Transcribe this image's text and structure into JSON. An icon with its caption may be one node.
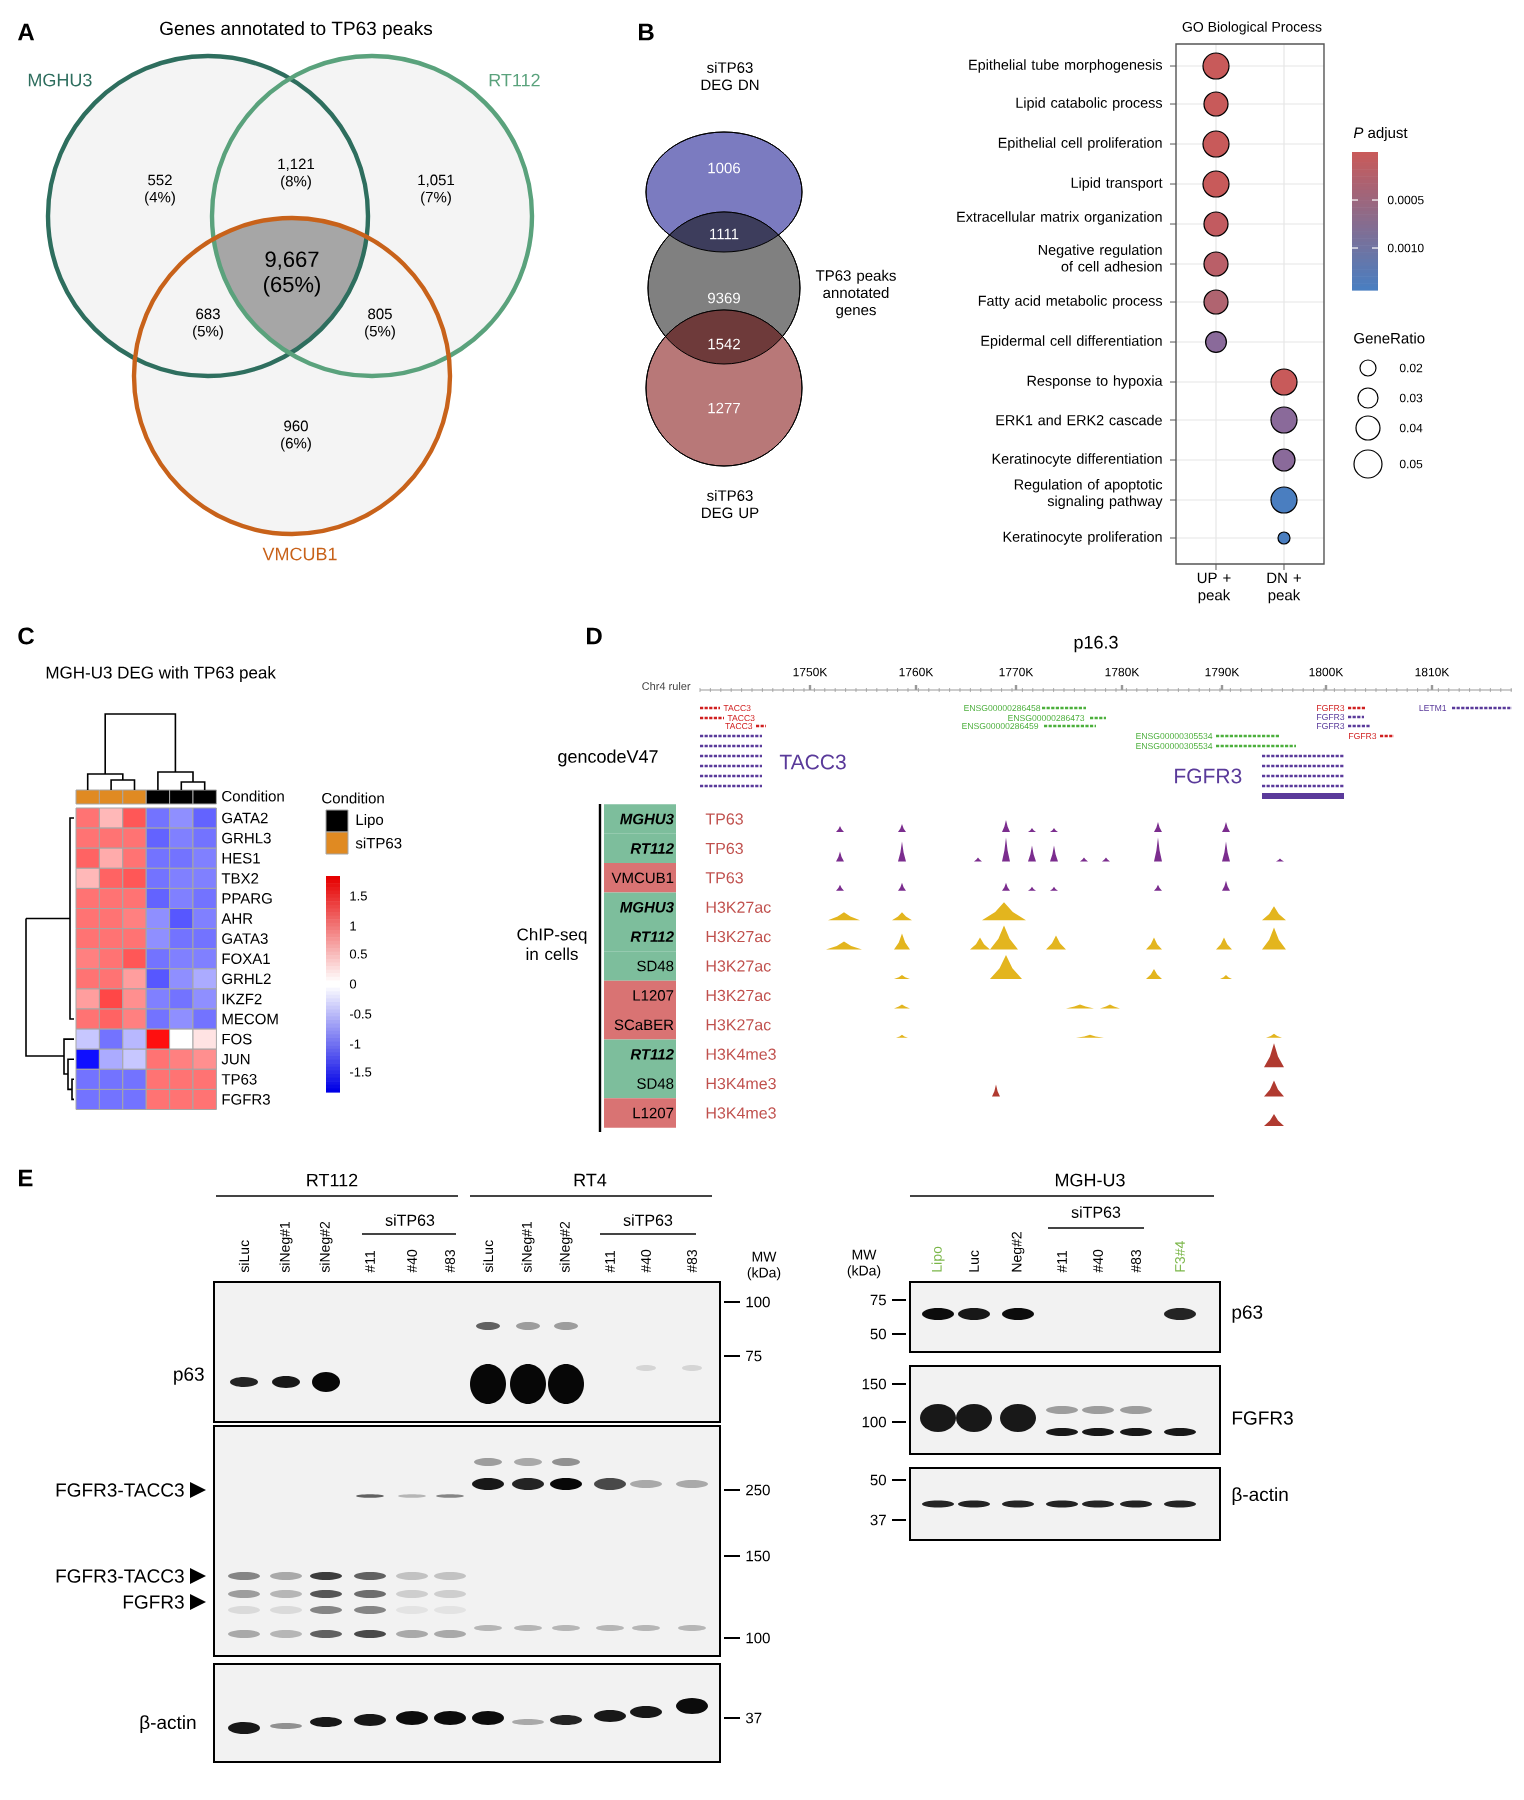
{
  "diagram": {
    "nodes": [
      {
        "text": [
          "MGHU3"
        ]
      },
      {
        "text": [
          "RT112"
        ]
      },
      {
        "text": [
          "VMCUB1"
        ]
      },
      {
        "text": [
          "siTP63 DEG DN",
          "1006"
        ]
      },
      {
        "text": [
          "9369",
          "TP63 peaks annotated genes"
        ]
      },
      {
        "text": [
          "1277",
          "siTP63 DEG UP"
        ]
      },
      {
        "text": [
          "MGHU3"
        ],
        "beside": [
          "TP63"
        ]
      },
      {
        "text": [
          "RT112"
        ],
        "beside": [
          "TP63"
        ]
      },
      {
        "text": [
          "VMCUB1"
        ],
        "beside": [
          "TP63"
        ]
      },
      {
        "text": [
          "MGHU3"
        ],
        "beside": [
          "H3K27ac"
        ]
      },
      {
        "text": [
          "RT112"
        ],
        "beside": [
          "H3K27ac"
        ]
      },
      {
        "text": [
          "SD48"
        ],
        "beside": [
          "H3K27ac"
        ]
      },
      {
        "text": [
          "L1207"
        ],
        "beside": [
          "H3K27ac"
        ]
      },
      {
        "text": [
          "SCaBER"
        ],
        "beside": [
          "H3K27ac"
        ]
      },
      {
        "text": [
          "RT112"
        ],
        "beside": [
          "H3K4me3"
        ]
      },
      {
        "text": [
          "SD48"
        ],
        "beside": [
          "H3K4me3"
        ]
      },
      {
        "text": [
          "L1207"
        ],
        "beside": [
          "H3K4me3"
        ]
      }
    ],
    "labels": [
      "A",
      "Genes annotated to TP63 peaks",
      "552 (4%)",
      "1,121 (8%)",
      "1,051 (7%)",
      "9,667 (65%)",
      "683 (5%)",
      "805 (5%)",
      "960 (6%)",
      "B",
      "1111",
      "1542",
      "GO Biological Process",
      "Epithelial tube morphogenesis",
      "Lipid catabolic process",
      "Epithelial cell proliferation",
      "Lipid transport",
      "Extracellular matrix organization",
      "Negative regulation of cell adhesion",
      "Fatty acid metabolic process",
      "Epidermal cell differentiation",
      "Response to hypoxia",
      "ERK1 and ERK2 cascade",
      "Keratinocyte differentiation",
      "Regulation of apoptotic signaling pathway",
      "Keratinocyte proliferation",
      "UP + peak",
      "DN + peak",
      "*P* adjust",
      "0.0005",
      "0.0010",
      "GeneRatio",
      "0.02",
      "0.03",
      "0.04",
      "0.05",
      "C",
      "MGH-U3 DEG with TP63 peak",
      "Condition",
      "GATA2",
      "GRHL3",
      "HES1",
      "TBX2",
      "PPARG",
      "AHR",
      "GATA3",
      "FOXA1",
      "GRHL2",
      "IKZF2",
      "MECOM",
      "FOS",
      "JUN",
      "TP63",
      "FGFR3",
      "Condition",
      "1.5",
      "1",
      "0.5",
      "0",
      "-0.5",
      "-1",
      "-1.5",
      "D",
      "p16.3",
      "Chr4 ruler",
      "1750K",
      "1760K",
      "1770K",
      "1780K",
      "1790K",
      "1800K",
      "1810K",
      "TACC3",
      "TACC3",
      "TACC3",
      "ENSG00000286458",
      "ENSG00000286473",
      "ENSG00000286459",
      "ENSG00000305534",
      "ENSG00000305534",
      "FGFR3",
      "FGFR3",
      "FGFR3",
      "FGFR3",
      "LETM1",
      "gencodeV47",
      "TACC3",
      "FGFR3",
      "ChIP-seq in cells",
      "E",
      "RT112",
      "RT4",
      "MGH-U3",
      "siLuc",
      "siNeg#1",
      "siNeg#2",
      "siTP63",
      "#11",
      "#40",
      "#83",
      "siLuc",
      "siNeg#1",
      "siNeg#2",
      "siTP63",
      "#11",
      "#40",
      "#83",
      "MW (kDa)",
      "100",
      "75",
      "250",
      "150",
      "100",
      "37",
      "p63",
      "FGFR3-TACC3",
      "FGFR3-TACC3",
      "FGFR3",
      "β-actin",
      "MW (kDa)",
      "Lipo",
      "Luc",
      "Neg#2",
      "siTP63",
      "#11",
      "#40",
      "#83",
      "F3#4",
      "75",
      "50",
      "150",
      "100",
      "50",
      "37",
      "p63",
      "FGFR3",
      "β-actin"
    ],
    "legend": [
      {
        "text": "Lipo",
        "color": "#000000"
      },
      {
        "text": "siTP63",
        "color": "#E08A22"
      }
    ]
  }
}
